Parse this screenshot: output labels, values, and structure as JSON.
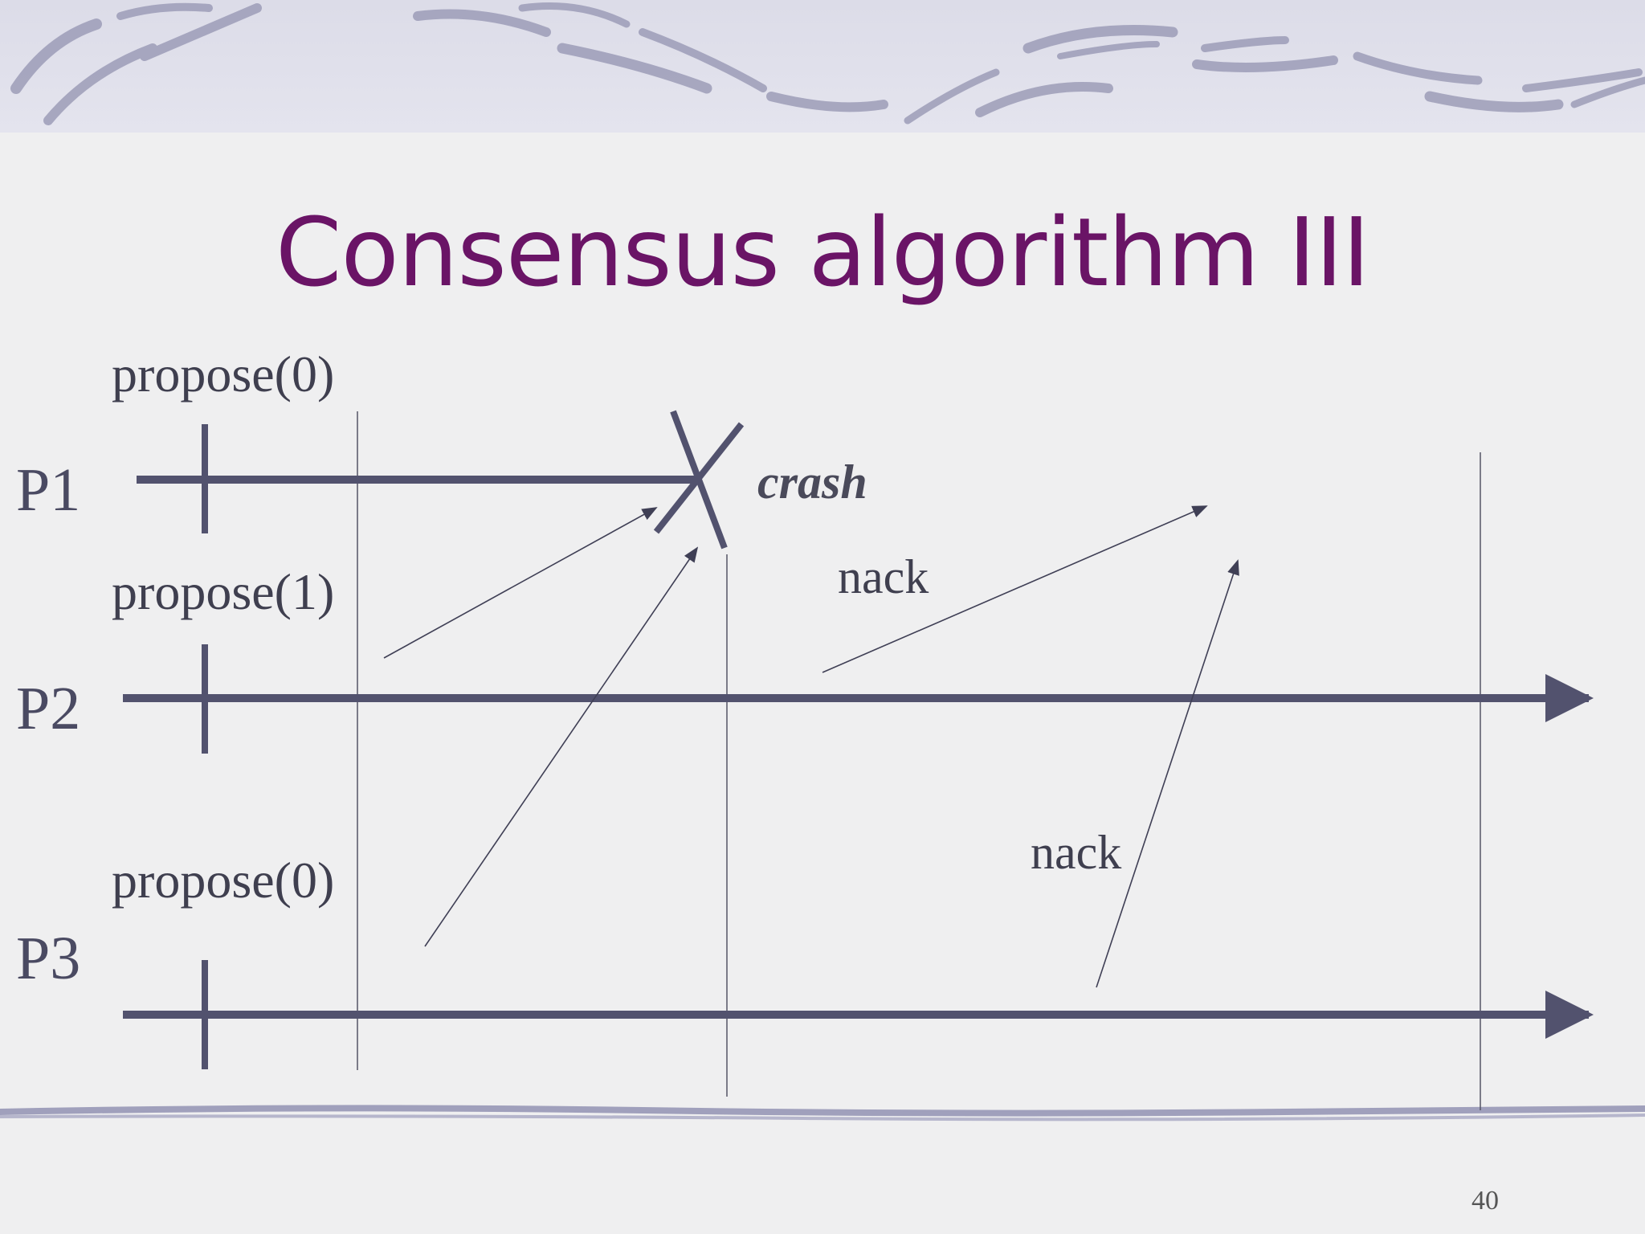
{
  "title": "Consensus algorithm III",
  "processes": [
    {
      "name": "P1",
      "proposal": "propose(0)"
    },
    {
      "name": "P2",
      "proposal": "propose(1)"
    },
    {
      "name": "P3",
      "proposal": "propose(0)"
    }
  ],
  "events": {
    "crash_label": "crash",
    "nack_label_upper": "nack",
    "nack_label_lower": "nack"
  },
  "page_number": "40",
  "colors": {
    "title": "#6a1466",
    "timeline": "#52526e",
    "message_arrow": "#3f3f55",
    "banner": "#dcdce8",
    "background": "#efeff0"
  }
}
